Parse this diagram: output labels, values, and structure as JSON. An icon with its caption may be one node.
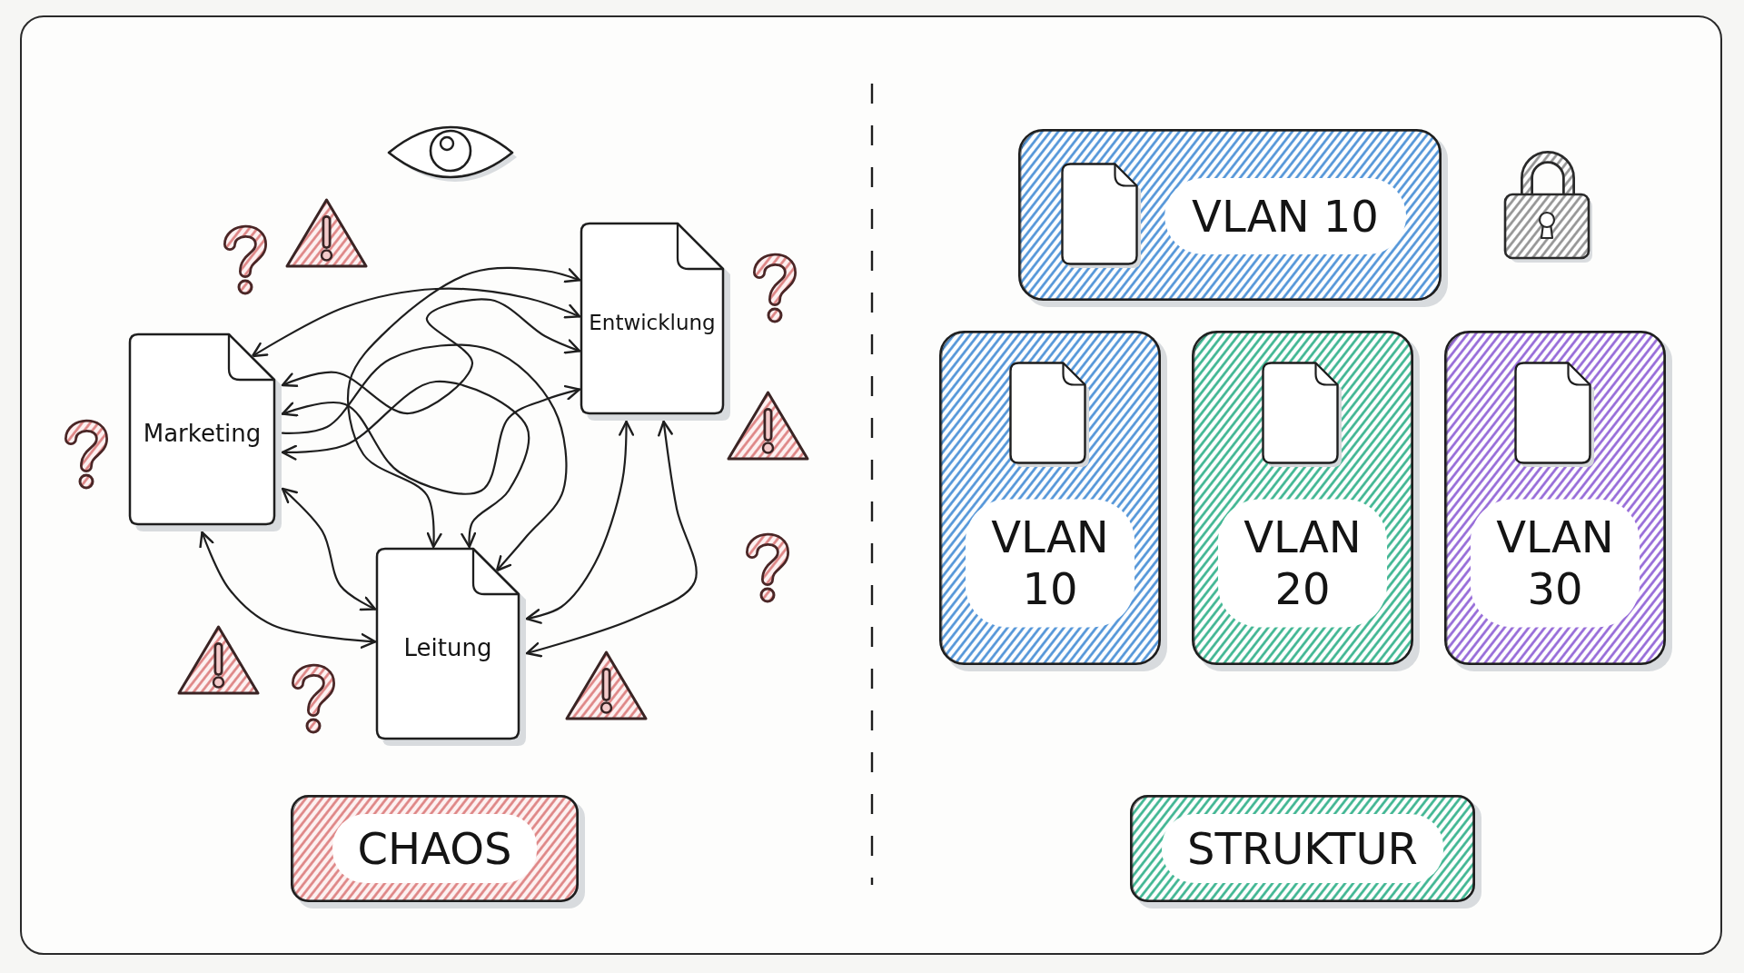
{
  "diagram": {
    "nodes": [
      {
        "text": [
          "Entwicklung"
        ]
      },
      {
        "text": [
          "Marketing"
        ]
      },
      {
        "text": [
          "Leitung"
        ]
      },
      {
        "text": [
          "CHAOS"
        ]
      },
      {
        "text": [
          "VLAN 10"
        ]
      },
      {
        "text": [
          "VLAN 10"
        ]
      },
      {
        "text": [
          "VLAN 20"
        ]
      },
      {
        "text": [
          "VLAN 30"
        ]
      },
      {
        "text": [
          "STRUKTUR"
        ]
      }
    ],
    "edges": [
      {
        "from": 1,
        "to": 0,
        "arrow": "both"
      },
      {
        "from": 1,
        "to": 0,
        "arrow": "both"
      },
      {
        "from": 1,
        "to": 0,
        "arrow": "both"
      },
      {
        "from": 2,
        "to": 0,
        "arrow": "both"
      },
      {
        "from": 1,
        "to": 2,
        "arrow": "both"
      },
      {
        "from": 1,
        "to": 2,
        "arrow": "both"
      },
      {
        "from": 1,
        "to": 2,
        "arrow": "both"
      },
      {
        "from": 0,
        "to": 2,
        "arrow": "both"
      },
      {
        "from": 0,
        "to": 2,
        "arrow": "both"
      },
      {
        "from": 1,
        "to": 2,
        "arrow": "to"
      }
    ]
  }
}
